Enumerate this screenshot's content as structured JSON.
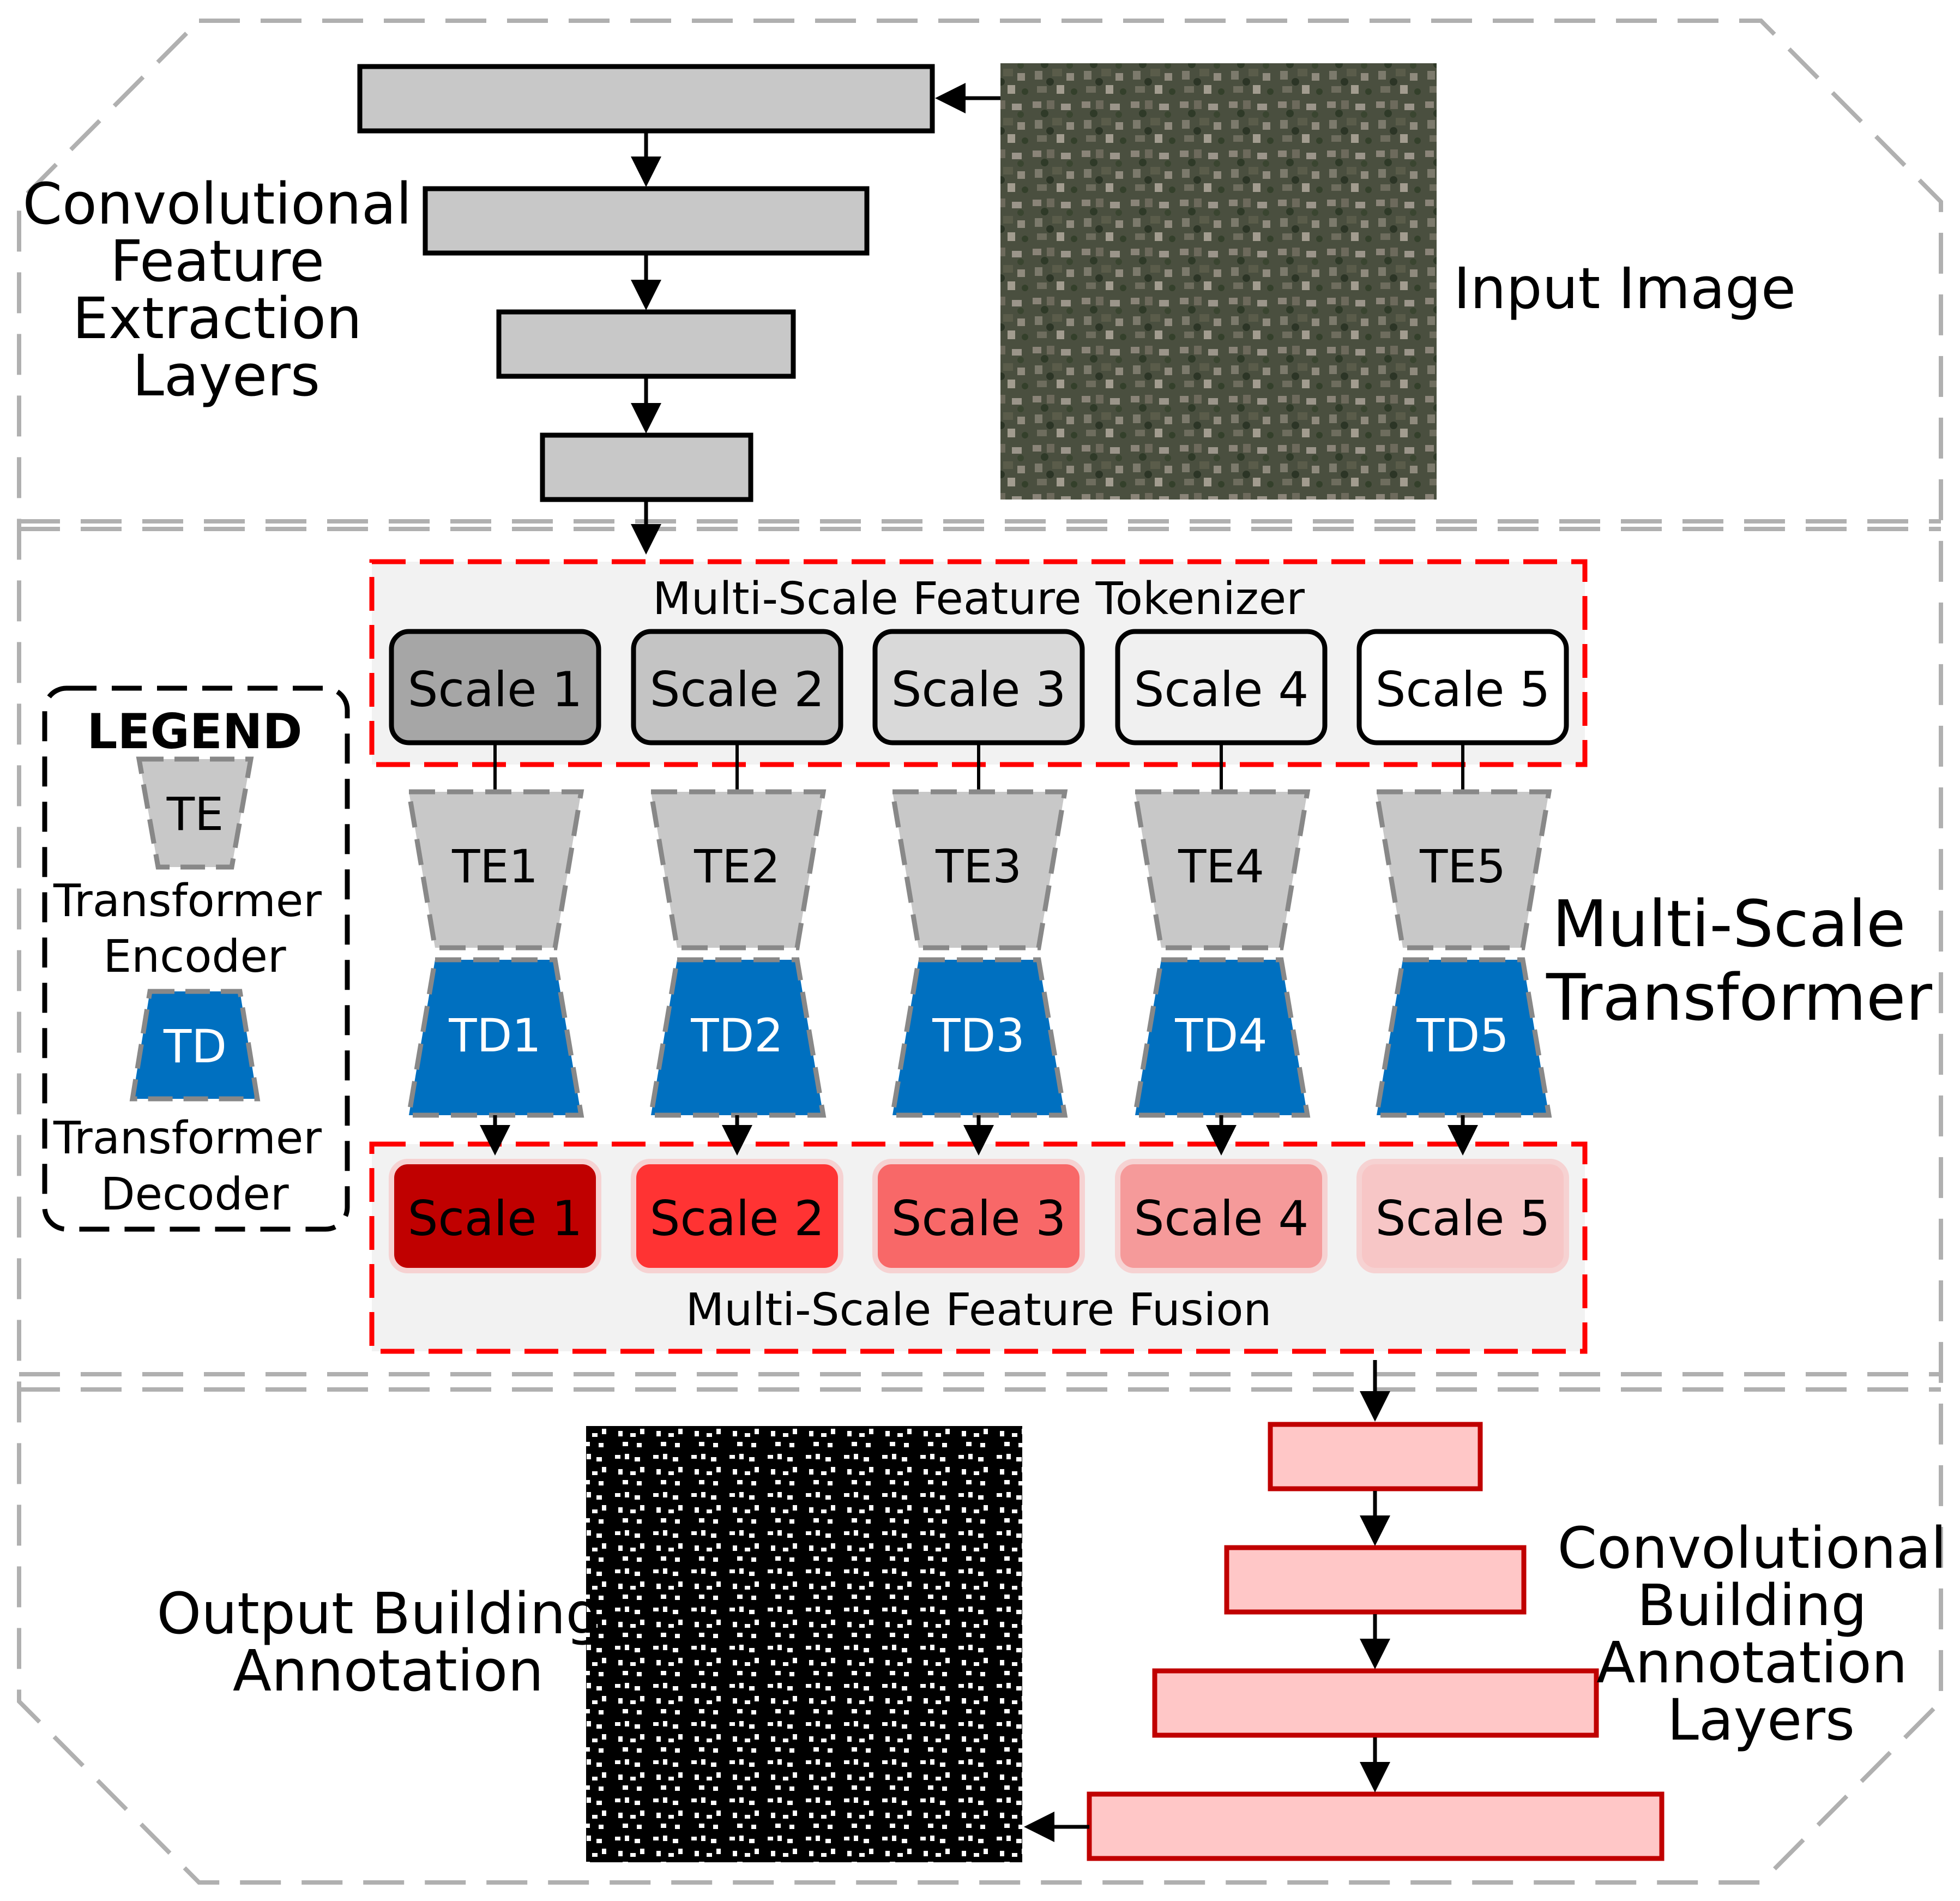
{
  "top_section": {
    "title_lines": [
      "Convolutional",
      "Feature",
      "Extraction",
      "Layers"
    ],
    "input_label": "Input Image"
  },
  "middle_section": {
    "title_lines": [
      "Multi-Scale",
      "Transformer"
    ],
    "tokenizer_label": "Multi-Scale Feature Tokenizer",
    "fusion_label": "Multi-Scale Feature Fusion",
    "tokenizer_scales": [
      "Scale 1",
      "Scale 2",
      "Scale 3",
      "Scale 4",
      "Scale 5"
    ],
    "encoders": [
      "TE1",
      "TE2",
      "TE3",
      "TE4",
      "TE5"
    ],
    "decoders": [
      "TD1",
      "TD2",
      "TD3",
      "TD4",
      "TD5"
    ],
    "fusion_scales": [
      "Scale 1",
      "Scale 2",
      "Scale 3",
      "Scale 4",
      "Scale 5"
    ]
  },
  "legend": {
    "title": "LEGEND",
    "te_short": "TE",
    "te_lines": [
      "Transformer",
      "Encoder"
    ],
    "td_short": "TD",
    "td_lines": [
      "Transformer",
      "Decoder"
    ]
  },
  "bottom_section": {
    "title_lines": [
      "Convolutional",
      "Building",
      "Annotation",
      "Layers"
    ],
    "output_label_lines": [
      "Output Building",
      "Annotation"
    ]
  },
  "colors": {
    "tokenizer_fills": [
      "#a6a6a6",
      "#c4c4c4",
      "#d9d9d9",
      "#f0f0f0",
      "#ffffff"
    ],
    "fusion_fills": [
      "#c00000",
      "#ff3333",
      "#f86868",
      "#f59a9a",
      "#f7c6c6"
    ],
    "encoder_fill": "#c8c8c8",
    "decoder_fill": "#0070c0",
    "conv_layer_fill": "#c8c8c8",
    "annotation_layer_fill": "#ffc7c7",
    "annotation_layer_stroke": "#c00000",
    "group_border": "#ff0000",
    "group_fill": "#f2f2f2"
  }
}
